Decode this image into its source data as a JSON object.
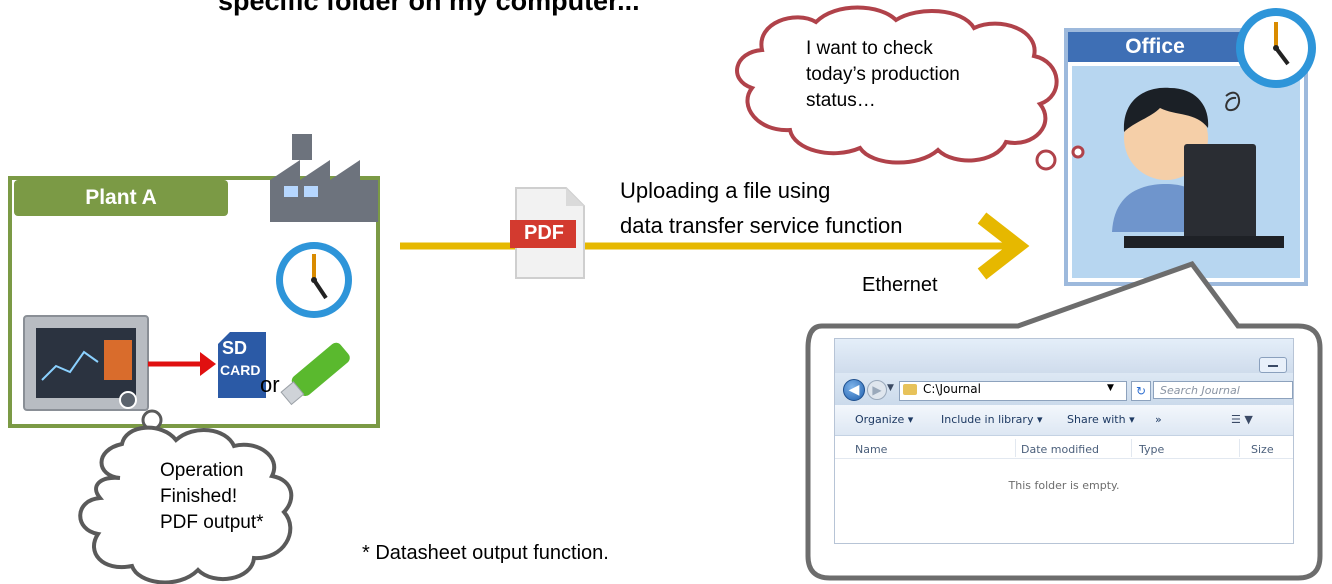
{
  "header": {
    "partial_text": "specific folder on my computer..."
  },
  "plant": {
    "label": "Plant A"
  },
  "office": {
    "label": "Office"
  },
  "thought_office": {
    "line1": "I want to check",
    "line2": "today’s production",
    "line3": "status…"
  },
  "thought_plant": {
    "line1": "Operation",
    "line2": "Finished!",
    "line3": "PDF output*"
  },
  "media": {
    "sd_line1": "SD",
    "sd_line2": "CARD",
    "or_text": "or"
  },
  "transfer": {
    "file_icon_label": "PDF",
    "line1": "Uploading a file using",
    "line2": "data transfer service function",
    "network_label": "Ethernet"
  },
  "footnote": "* Datasheet output function.",
  "explorer": {
    "address": "C:\\Journal",
    "search_placeholder": "Search Journal",
    "toolbar": {
      "organize": "Organize ▾",
      "include": "Include in library ▾",
      "share": "Share with ▾",
      "more": "»"
    },
    "columns": {
      "name": "Name",
      "date": "Date modified",
      "type": "Type",
      "size": "Size"
    },
    "empty_message": "This folder is empty."
  },
  "colors": {
    "plant_green": "#7b9a45",
    "office_blue": "#3e6fb5",
    "arrow_yellow": "#e6b800",
    "arrow_red": "#e01010",
    "cloud_red": "#b0424a",
    "factory_gray": "#6d737d",
    "clock_blue": "#2e95d9"
  }
}
